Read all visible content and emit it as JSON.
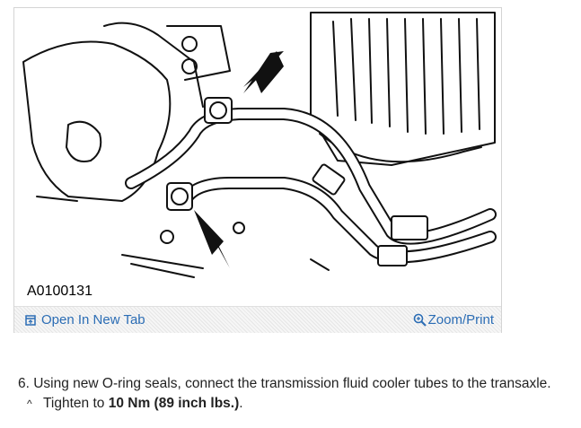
{
  "figure": {
    "id_label": "A0100131",
    "open_tab_label": "Open In New Tab",
    "zoom_print_label": "Zoom/Print"
  },
  "instructions": {
    "step_text": "6. Using new O-ring seals, connect the transmission fluid cooler tubes to the transaxle.",
    "sub_step": {
      "marker": "^",
      "prefix": "Tighten to ",
      "torque": "10 Nm (89 inch lbs.)",
      "suffix": "."
    }
  },
  "colors": {
    "link": "#2b6db5",
    "text": "#222222",
    "border": "#d4d4d4"
  },
  "icons": [
    "open-in-new-tab-icon",
    "zoom-magnifier-icon"
  ]
}
